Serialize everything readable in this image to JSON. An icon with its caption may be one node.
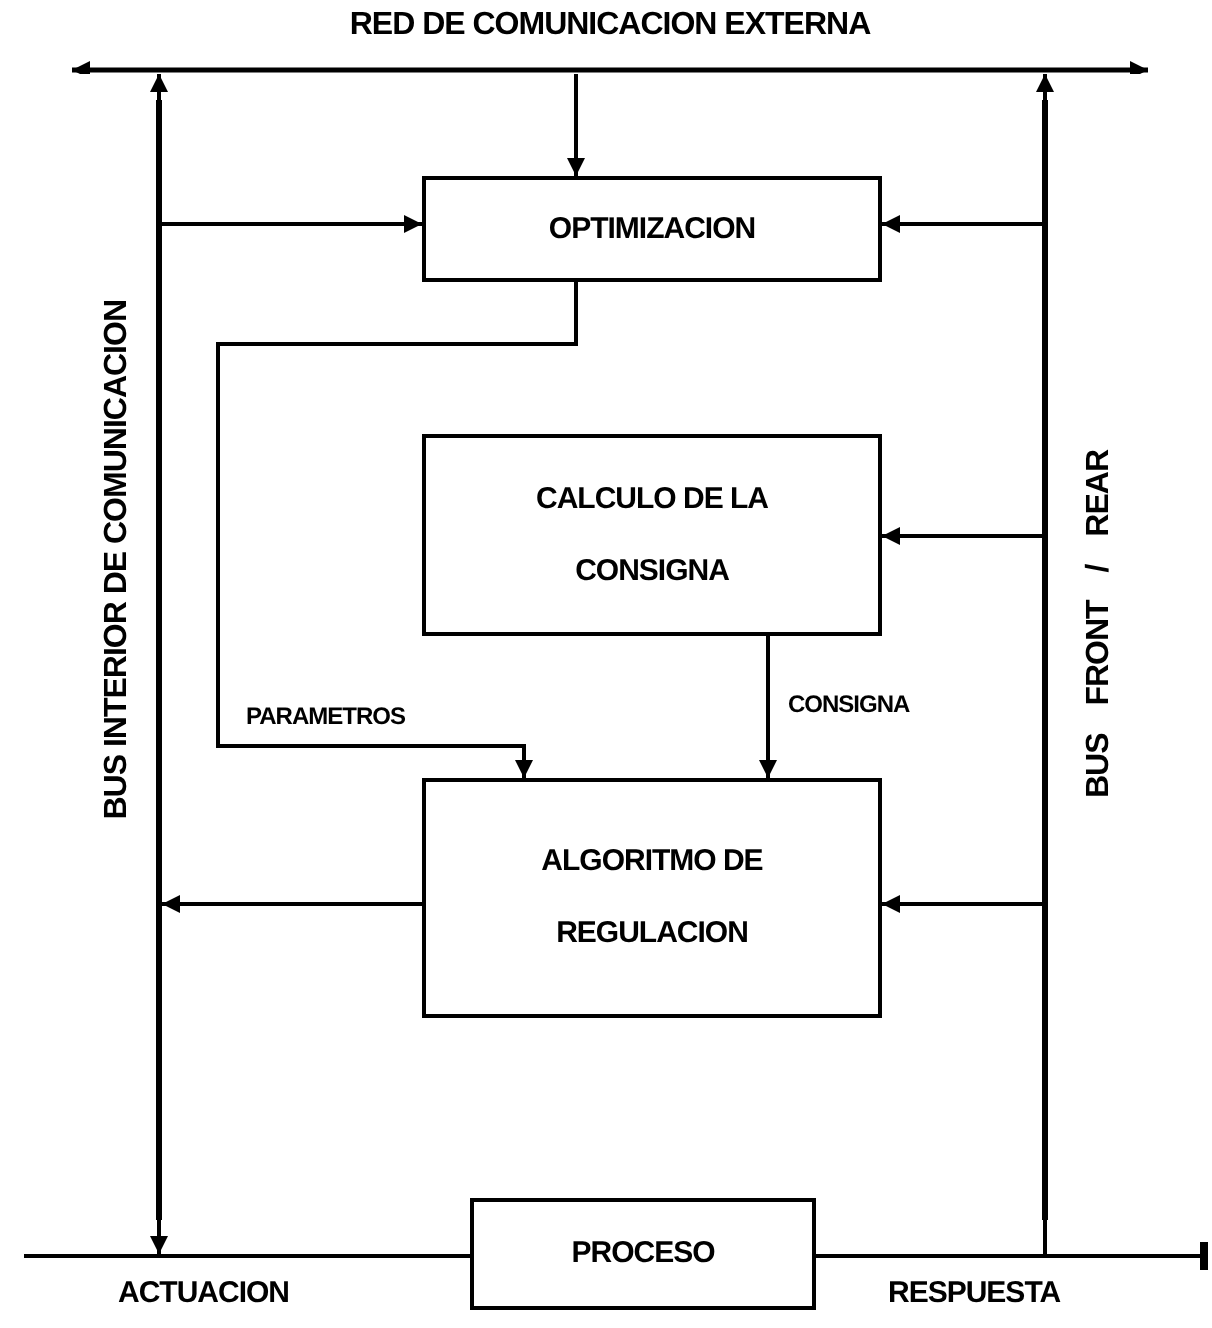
{
  "diagram": {
    "nodes": [
      {
        "text": [
          "OPTIMIZACION"
        ]
      },
      {
        "text": [
          "CALCULO DE LA CONSIGNA"
        ]
      },
      {
        "text": [
          "ALGORITMO DE REGULACION"
        ]
      },
      {
        "text": [
          "PROCESO"
        ]
      },
      {
        "text": [
          "RED DE COMUNICACION EXTERNA"
        ]
      },
      {
        "text": [
          "BUS INTERIOR DE COMUNICACION"
        ]
      },
      {
        "text": [
          "BUS FRONT / REAR"
        ]
      }
    ],
    "edges": [
      {
        "from": 4,
        "to": 0,
        "arrow": "to"
      },
      {
        "from": 5,
        "to": 0,
        "arrow": "to"
      },
      {
        "from": 6,
        "to": 0,
        "arrow": "to"
      },
      {
        "from": 6,
        "to": 1,
        "arrow": "to"
      },
      {
        "from": 0,
        "to": 2,
        "arrow": "to",
        "label": "PARAMETROS"
      },
      {
        "from": 1,
        "to": 2,
        "arrow": "to",
        "label": "CONSIGNA"
      },
      {
        "from": 6,
        "to": 2,
        "arrow": "to"
      },
      {
        "from": 2,
        "to": 5,
        "arrow": "to"
      },
      {
        "from": 5,
        "to": 4,
        "arrow": "to"
      },
      {
        "from": 5,
        "to": null,
        "arrow": "to"
      },
      {
        "from": 6,
        "to": 4,
        "arrow": "to"
      },
      {
        "from": null,
        "to": 6,
        "arrow": "none"
      },
      {
        "from": null,
        "to": 3,
        "arrow": "none",
        "label": "ACTUACION"
      },
      {
        "from": 3,
        "to": null,
        "arrow": "other",
        "label": "RESPUESTA"
      }
    ]
  }
}
